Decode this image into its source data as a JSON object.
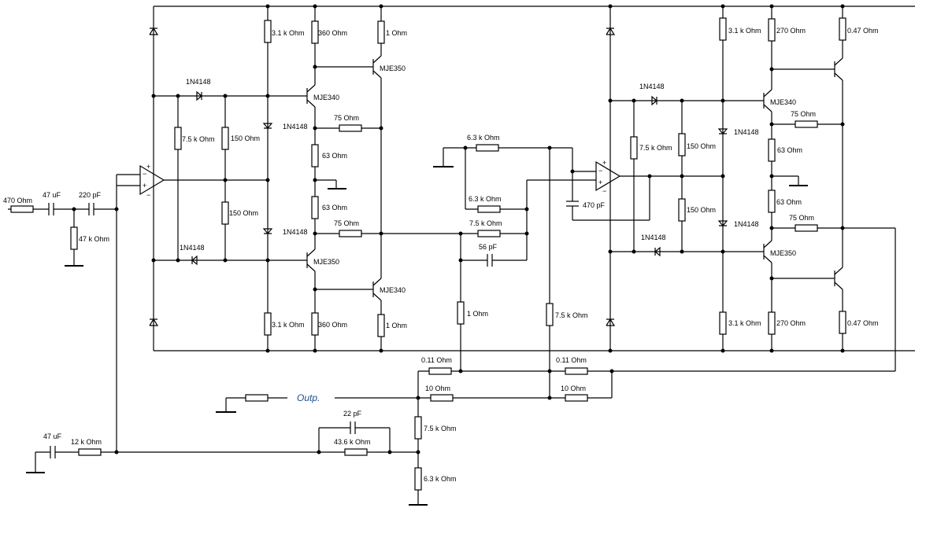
{
  "labels": {
    "in_r": "470  Ohm",
    "in_c": "47 uF",
    "in_c2": "220 pF",
    "in_rg": "47 k Ohm",
    "fb_c": "47 uF",
    "fb_r": "12 k Ohm",
    "c22": "22 pF",
    "r436": "43.6 k Ohm",
    "r75k_b": "7.5 k Ohm",
    "r63k_b": "6.3 k Ohm",
    "r011_a": "0.11  Ohm",
    "r10_a": "10  Ohm",
    "r011_b": "0.11  Ohm",
    "r10_b": "10  Ohm",
    "outp": "Outp.",
    "a_r31_top": "3.1 k Ohm",
    "a_r360_top": "360  Ohm",
    "a_r1_top": "1  Ohm",
    "a_mje350_top": "MJE350",
    "a_mje340_top": "MJE340",
    "a_d_top": "1N4148",
    "a_d_mid1": "1N4148",
    "a_r75k": "7.5 k Ohm",
    "a_r150_top": "150  Ohm",
    "a_r75_top": "75  Ohm",
    "a_r63_top": "63  Ohm",
    "a_r63_bot": "63  Ohm",
    "a_r150_bot": "150  Ohm",
    "a_d_mid2": "1N4148",
    "a_r75_bot": "75  Ohm",
    "a_d_bot": "1N4148",
    "a_mje350_bot": "MJE350",
    "a_mje340_bot": "MJE340",
    "a_r31_bot": "3.1 k Ohm",
    "a_r360_bot": "360  Ohm",
    "a_r1_bot": "1  Ohm",
    "m_r63k_top": "6.3 k Ohm",
    "m_r63k_mid": "6.3 k Ohm",
    "m_r75k": "7.5 k Ohm",
    "m_c56": "56 pF",
    "m_r1": "1  Ohm",
    "m_r75k_v": "7.5 k Ohm",
    "m_c470": "470 pF",
    "b_r31_top": "3.1 k Ohm",
    "b_r270_top": "270  Ohm",
    "b_r047_top": "0.47  Ohm",
    "b_mje340_top": "MJE340",
    "b_d_top": "1N4148",
    "b_r75_top": "75  Ohm",
    "b_r75k": "7.5 k Ohm",
    "b_r150_top": "150  Ohm",
    "b_d_mid1": "1N4148",
    "b_r63_top": "63  Ohm",
    "b_r63_bot": "63  Ohm",
    "b_r150_bot": "150  Ohm",
    "b_d_mid2": "1N4148",
    "b_r75_bot": "75  Ohm",
    "b_d_bot": "1N4148",
    "b_mje350_bot": "MJE350",
    "b_r31_bot": "3.1 k Ohm",
    "b_r270_bot": "270  Ohm",
    "b_r047_bot": "0.47  Ohm"
  },
  "opamp_signs": {
    "plus": "+",
    "minus": "−"
  }
}
